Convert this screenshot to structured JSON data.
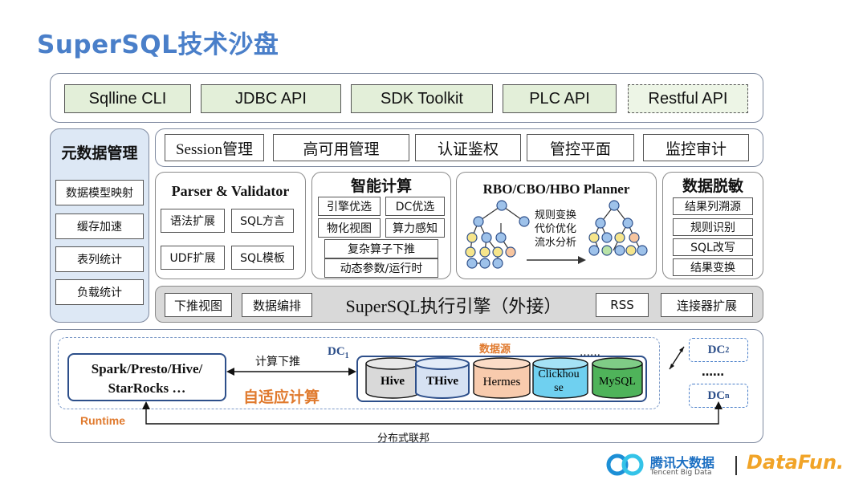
{
  "title": "SuperSQL技术沙盘",
  "apis": [
    "Sqlline CLI",
    "JDBC API",
    "SDK Toolkit",
    "PLC API",
    "Restful API"
  ],
  "metadata": {
    "title": "元数据管理",
    "items": [
      "数据模型映射",
      "缓存加速",
      "表列统计",
      "负载统计"
    ]
  },
  "services": [
    "Session管理",
    "高可用管理",
    "认证鉴权",
    "管控平面",
    "监控审计"
  ],
  "parser": {
    "title": "Parser & Validator",
    "items": [
      "语法扩展",
      "SQL方言",
      "UDF扩展",
      "SQL模板"
    ]
  },
  "smart": {
    "title": "智能计算",
    "items": [
      "引擎优选",
      "DC优选",
      "物化视图",
      "算力感知",
      "复杂算子下推",
      "动态参数/运行时"
    ]
  },
  "planner": {
    "title": "RBO/CBO/HBO Planner",
    "note": [
      "规则变换",
      "代价优化",
      "流水分析"
    ]
  },
  "masking": {
    "title": "数据脱敏",
    "items": [
      "结果列溯源",
      "规则识别",
      "SQL改写",
      "结果变换"
    ]
  },
  "engine": {
    "left": [
      "下推视图",
      "数据编排"
    ],
    "title": "SuperSQL执行引擎（外接）",
    "right": [
      "RSS",
      "连接器扩展"
    ]
  },
  "runtime": {
    "compute": "Spark/Presto/Hive/\nStarRocks …",
    "compute_l1": "Spark/Presto/Hive/",
    "compute_l2": "StarRocks …",
    "pushdown": "计算下推",
    "adaptive": "自适应计算",
    "dc1": "DC",
    "dc1_sub": "1",
    "datasource_label": "数据源",
    "dots_top": "……",
    "sources": [
      "Hive",
      "THive",
      "Hermes",
      "Clickhouse",
      "MySQL"
    ],
    "dc2": "DC",
    "dc2_sub": "2",
    "dcn": "DC",
    "dcn_sub": "n",
    "dots_mid": "……",
    "label": "Runtime",
    "federation": "分布式联邦"
  },
  "footer": {
    "brand_cn": "腾讯大数据",
    "brand_en": "Tencent Big Data",
    "partner": "DataFun."
  },
  "colors": {
    "title": "#4a7fc9",
    "api_bg": "#e3efd9",
    "meta_bg": "#dde8f5",
    "runtime": "#e07a2e",
    "hive": "#d9d9d9",
    "thive": "#d6e2f3",
    "hermes": "#f8cbad",
    "clickhouse": "#6fd0f0",
    "mysql": "#4fb35a"
  }
}
